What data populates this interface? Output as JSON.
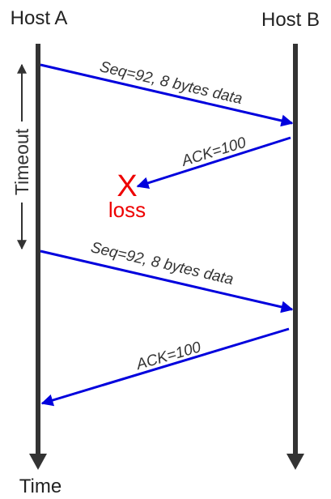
{
  "hosts": {
    "a": "Host A",
    "b": "Host B"
  },
  "time_label": "Time",
  "timeout_label": "Timeout",
  "messages": [
    {
      "label": "Seq=92, 8 bytes data"
    },
    {
      "label": "ACK=100"
    },
    {
      "label": "Seq=92, 8 bytes data"
    },
    {
      "label": "ACK=100"
    }
  ],
  "loss": {
    "mark": "X",
    "label": "loss"
  },
  "colors": {
    "timeline": "#333333",
    "arrow": "#0000dd",
    "loss": "#ee0000"
  }
}
